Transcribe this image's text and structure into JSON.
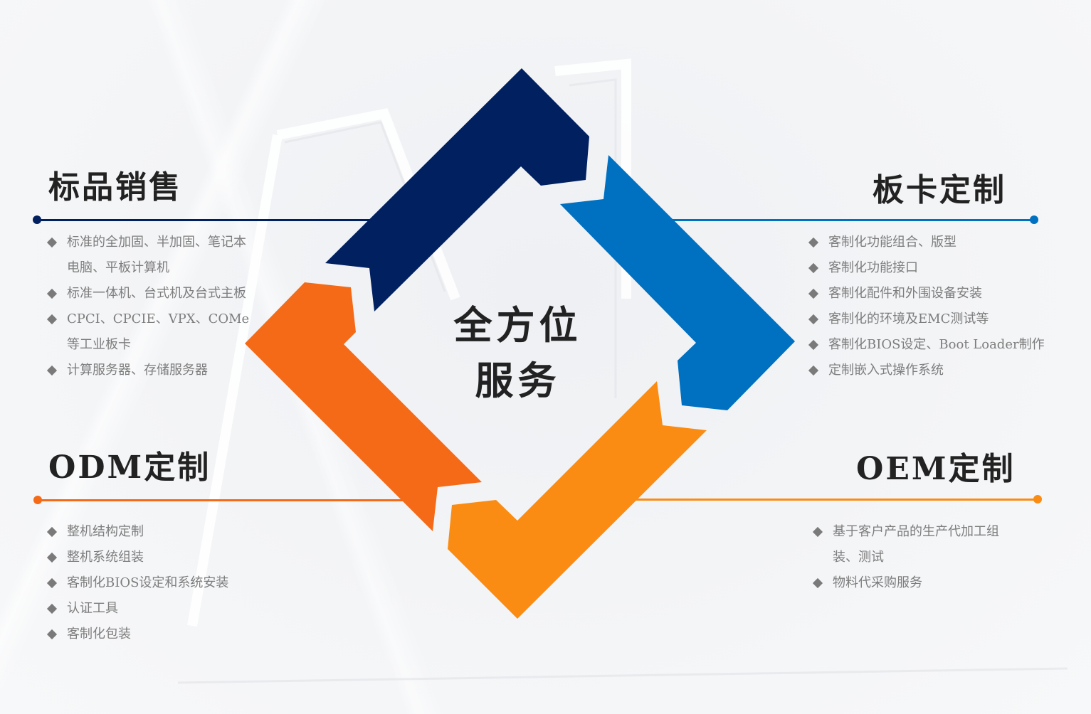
{
  "center": {
    "line1": "全方位",
    "line2": "服务"
  },
  "colors": {
    "navy": "#002060",
    "blue": "#0070c0",
    "red_orange": "#f56a16",
    "orange": "#fb8c13",
    "text_title": "#222222",
    "text_body": "#7d7d7d"
  },
  "sections": {
    "standard_sales": {
      "title": "标品销售",
      "items": [
        {
          "line1": "标准的全加固、半加固、笔记本",
          "line2": "电脑、平板计算机"
        },
        {
          "line1": "标准一体机、台式机及台式主板"
        },
        {
          "line1": "CPCI、CPCIE、VPX、COMe",
          "line2": "等工业板卡"
        },
        {
          "line1": "计算服务器、存储服务器"
        }
      ]
    },
    "board_custom": {
      "title": "板卡定制",
      "items": [
        {
          "line1": "客制化功能组合、版型"
        },
        {
          "line1": "客制化功能接口"
        },
        {
          "line1": "客制化配件和外围设备安装"
        },
        {
          "line1": "客制化的环境及EMC测试等"
        },
        {
          "line1": "客制化BIOS设定、Boot Loader制作"
        },
        {
          "line1": "定制嵌入式操作系统"
        }
      ]
    },
    "odm_custom": {
      "title": "ODM定制",
      "items": [
        {
          "line1": "整机结构定制"
        },
        {
          "line1": "整机系统组装"
        },
        {
          "line1": "客制化BIOS设定和系统安装"
        },
        {
          "line1": "认证工具"
        },
        {
          "line1": "客制化包装"
        }
      ]
    },
    "oem_custom": {
      "title": "OEM定制",
      "items": [
        {
          "line1": "基于客户产品的生产代加工组",
          "line2": "装、测试"
        },
        {
          "line1": "物料代采购服务"
        }
      ]
    }
  }
}
